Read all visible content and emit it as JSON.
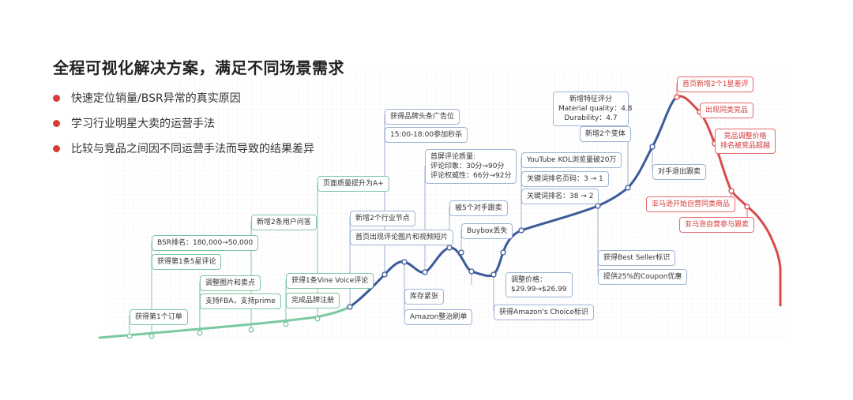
{
  "title": "全程可视化解决方案，满足不同场景需求",
  "bullets": [
    "快速定位销量/BSR异常的真实原因",
    "学习行业明星大卖的运营手法",
    "比较与竞品之间因不同运营手法而导致的结果差异"
  ],
  "colors": {
    "green": "#7ac9a3",
    "blue": "#3b5a9a",
    "red": "#d94a4a",
    "bullet": "#d93a3a"
  },
  "events": {
    "g1": "获得第1个订单",
    "g2": "BSR排名：180,000→50,000",
    "g3": "获得第1条5星评论",
    "g4": "调整图片和卖点",
    "g5": "支持FBA，支持prime",
    "g6": "新增2条用户问答",
    "g7": "获得1条Vine Voice评论",
    "g8": "完成品牌注册",
    "g9": "页面质量提升为A+",
    "b1": "新增2个行业节点",
    "b2": "首页出现评论图片和视频短片",
    "b3": "获得品牌头条广告位",
    "b4": "15:00-18:00参加秒杀",
    "b5": "首屏评论质量:\n评论印象：30分→90分\n评论权威性：66分→92分",
    "b6": "库存紧张",
    "b7": "Amazon整治刷单",
    "b8": "被5个对手跟卖",
    "b9": "Buybox丢失",
    "b10": "调整价格：\n$29.99→$26.99",
    "b11": "获得Amazon's Choice标识",
    "b12": "YouTube KOL浏览量破20万",
    "b13": "关键词排名页码：3 → 1",
    "b14": "关键词排名：38 → 2",
    "b15": "新增特征评分\nMaterial quality：4.8\nDurability：4.7",
    "b16": "新增2个变体",
    "b17": "获得Best Seller标识",
    "b18": "提供25%的Coupon优惠",
    "b19": "对手退出跟卖",
    "r1": "首页新增2个1星差评",
    "r2": "出现同类竞品",
    "r3": "竞品调整价格\n排名被竞品超越",
    "r4": "亚马逊开始自营同类商品",
    "r5": "亚马逊自营参与跟卖"
  }
}
